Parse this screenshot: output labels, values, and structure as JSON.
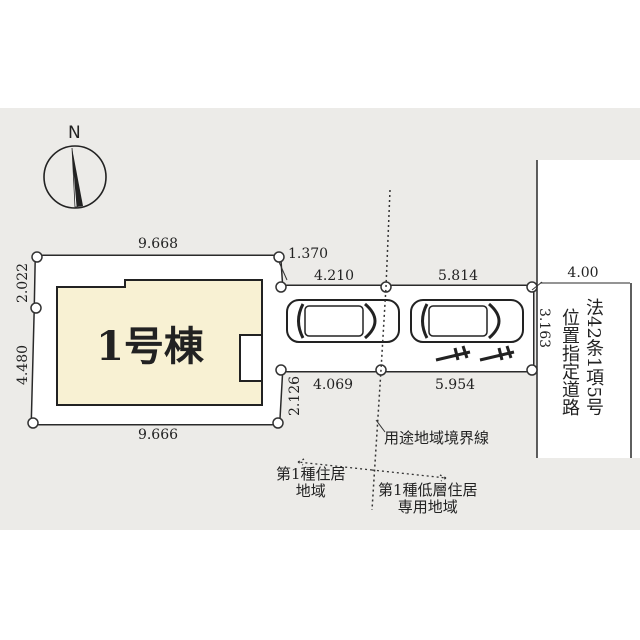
{
  "compass": {
    "label": "N"
  },
  "building": {
    "label": "1号棟",
    "fill": "#f8f1d3"
  },
  "dimensions": {
    "top": "9.668",
    "bottom": "9.666",
    "left_upper": "2.022",
    "left_lower": "4.480",
    "notch": "1.370",
    "drive_top_left": "4.210",
    "drive_top_right": "5.814",
    "drive_bottom_left": "4.069",
    "drive_bottom_right": "5.954",
    "drive_depth": "3.163",
    "lower_step": "2.126",
    "road_width": "4.00"
  },
  "road": {
    "line1": "法42条1項5号",
    "line2": "位置指定道路"
  },
  "zoning": {
    "boundary_label": "用途地域境界線",
    "left_zone": [
      "第1種住居",
      "地域"
    ],
    "right_zone": [
      "第1種低層住居",
      "専用地域"
    ]
  },
  "colors": {
    "background": "#ecebe8",
    "lot": "#ffffff",
    "line": "#2a2a2a"
  }
}
